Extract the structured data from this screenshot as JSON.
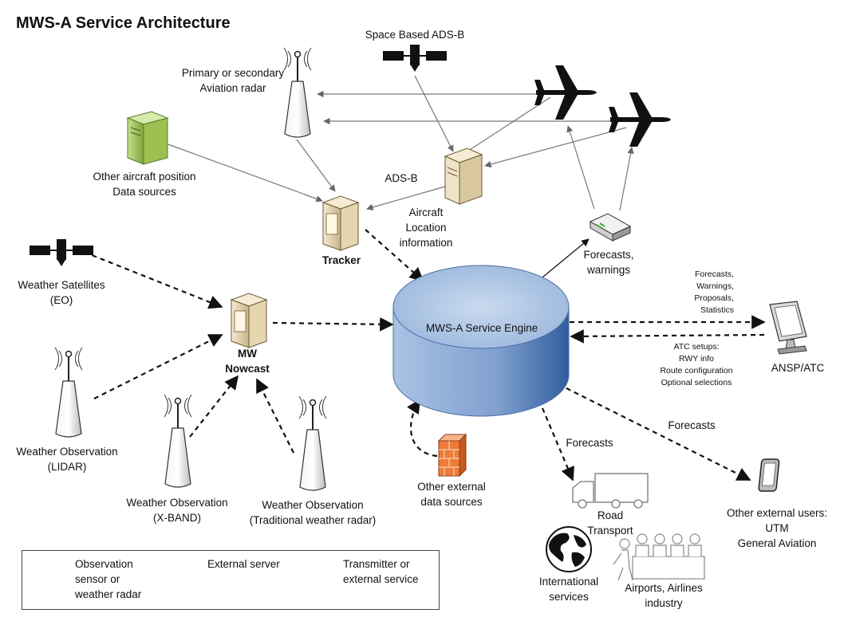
{
  "title": "MWS-A Service Architecture",
  "nodes": {
    "space_adsb": "Space Based ADS-B",
    "radar_primary": "Primary or secondary\nAviation radar",
    "other_position": "Other aircraft position\nData sources",
    "adsb": "ADS-B",
    "aircraft_location": "Aircraft\nLocation\ninformation",
    "tracker": "Tracker",
    "weather_satellites": "Weather Satellites\n(EO)",
    "mw_nowcast": "MW\nNowcast",
    "weather_lidar": "Weather Observation\n(LIDAR)",
    "weather_xband": "Weather Observation\n(X-BAND)",
    "weather_traditional": "Weather Observation\n(Traditional weather radar)",
    "service_engine": "MWS-A Service Engine",
    "forecasts_warnings": "Forecasts,\nwarnings",
    "other_external_sources": "Other external\ndata sources",
    "ansp": "ANSP/ATC",
    "road_transport": "Road\nTransport",
    "international": "International\nservices",
    "airports": "Airports, Airlines\nindustry",
    "other_users": "Other external users:\nUTM\nGeneral Aviation"
  },
  "flows": {
    "to_ansp": "Forecasts,\nWarnings,\nProposals,\nStatistics",
    "from_ansp": "ATC setups:\nRWY info\nRoute configuration\nOptional selections",
    "forecasts_road": "Forecasts",
    "forecasts_users": "Forecasts"
  },
  "legend": {
    "sensor": "Observation\nsensor or\nweather radar",
    "server": "External server",
    "transmitter": "Transmitter or\nexternal service"
  }
}
